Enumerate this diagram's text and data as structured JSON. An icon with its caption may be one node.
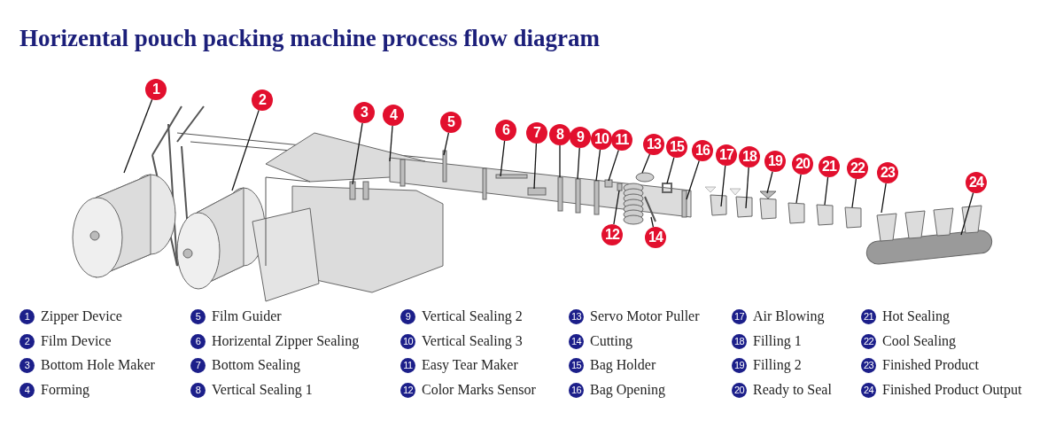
{
  "diagram": {
    "title": "Horizental pouch packing machine process flow diagram",
    "nodes": [
      {
        "text": [
          "1"
        ]
      },
      {
        "text": [
          "2"
        ]
      },
      {
        "text": [
          "3"
        ]
      },
      {
        "text": [
          "4"
        ]
      },
      {
        "text": [
          "5"
        ]
      },
      {
        "text": [
          "6"
        ]
      },
      {
        "text": [
          "7"
        ]
      },
      {
        "text": [
          "8"
        ]
      },
      {
        "text": [
          "9"
        ]
      },
      {
        "text": [
          "10"
        ]
      },
      {
        "text": [
          "11"
        ]
      },
      {
        "text": [
          "12"
        ]
      },
      {
        "text": [
          "13"
        ]
      },
      {
        "text": [
          "14"
        ]
      },
      {
        "text": [
          "15"
        ]
      },
      {
        "text": [
          "16"
        ]
      },
      {
        "text": [
          "17"
        ]
      },
      {
        "text": [
          "18"
        ]
      },
      {
        "text": [
          "19"
        ]
      },
      {
        "text": [
          "20"
        ]
      },
      {
        "text": [
          "21"
        ]
      },
      {
        "text": [
          "22"
        ]
      },
      {
        "text": [
          "23"
        ]
      },
      {
        "text": [
          "24"
        ]
      }
    ],
    "edges": [
      {
        "from": 0,
        "to": null,
        "arrow": "none"
      },
      {
        "from": 1,
        "to": null,
        "arrow": "none"
      },
      {
        "from": 2,
        "to": null,
        "arrow": "none"
      },
      {
        "from": 3,
        "to": null,
        "arrow": "none"
      },
      {
        "from": 4,
        "to": null,
        "arrow": "none"
      },
      {
        "from": 5,
        "to": null,
        "arrow": "none"
      },
      {
        "from": 6,
        "to": null,
        "arrow": "none"
      },
      {
        "from": 7,
        "to": null,
        "arrow": "none"
      },
      {
        "from": 8,
        "to": null,
        "arrow": "none"
      },
      {
        "from": 9,
        "to": null,
        "arrow": "none"
      },
      {
        "from": 10,
        "to": null,
        "arrow": "none"
      },
      {
        "from": 11,
        "to": null,
        "arrow": "none"
      },
      {
        "from": 12,
        "to": null,
        "arrow": "none"
      },
      {
        "from": 13,
        "to": null,
        "arrow": "none"
      },
      {
        "from": 14,
        "to": null,
        "arrow": "none"
      },
      {
        "from": 15,
        "to": null,
        "arrow": "none"
      },
      {
        "from": 16,
        "to": null,
        "arrow": "none"
      },
      {
        "from": 17,
        "to": null,
        "arrow": "none"
      },
      {
        "from": 18,
        "to": null,
        "arrow": "none"
      },
      {
        "from": 19,
        "to": null,
        "arrow": "none"
      },
      {
        "from": 20,
        "to": null,
        "arrow": "none"
      },
      {
        "from": 21,
        "to": null,
        "arrow": "none"
      },
      {
        "from": 22,
        "to": null,
        "arrow": "none"
      },
      {
        "from": 23,
        "to": null,
        "arrow": "none"
      }
    ],
    "labels": [
      "1",
      "Zipper Device",
      "2",
      "Film Device",
      "3",
      "Bottom Hole Maker",
      "4",
      "Forming",
      "5",
      "Film Guider",
      "6",
      "Horizental Zipper Sealing",
      "7",
      "Bottom Sealing",
      "8",
      "Vertical Sealing 1",
      "9",
      "Vertical Sealing 2",
      "10",
      "Vertical Sealing 3",
      "11",
      "Easy Tear Maker",
      "12",
      "Color Marks Sensor",
      "13",
      "Servo Motor Puller",
      "14",
      "Cutting",
      "15",
      "Bag Holder",
      "16",
      "Bag Opening",
      "17",
      "Air Blowing",
      "18",
      "Filling 1",
      "19",
      "Filling 2",
      "20",
      "Ready to Seal",
      "21",
      "Hot Sealing",
      "22",
      "Cool Sealing",
      "23",
      "Finished Product",
      "24",
      "Finished Product Output"
    ]
  }
}
